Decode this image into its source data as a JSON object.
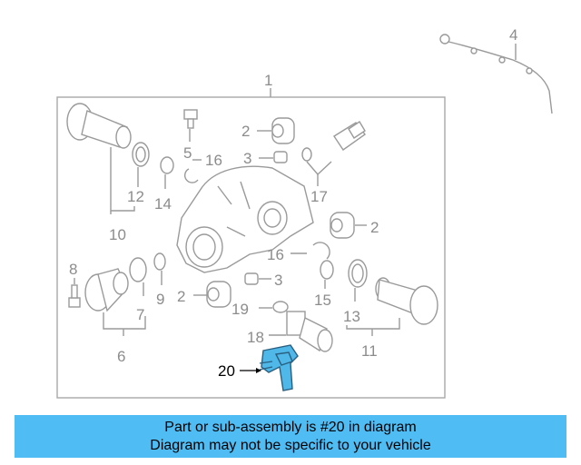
{
  "callouts": {
    "c1": "1",
    "c2a": "2",
    "c2b": "2",
    "c2c": "2",
    "c3a": "3",
    "c3b": "3",
    "c4": "4",
    "c5": "5",
    "c6": "6",
    "c7": "7",
    "c8": "8",
    "c9": "9",
    "c10": "10",
    "c11": "11",
    "c12": "12",
    "c13": "13",
    "c14": "14",
    "c15": "15",
    "c16a": "16",
    "c16b": "16",
    "c17": "17",
    "c18": "18",
    "c19": "19",
    "c20": "20"
  },
  "highlight_color": "#4fb8e8",
  "banner": {
    "line1": "Part or sub-assembly is #20 in diagram",
    "line2": "Diagram may not be specific to your vehicle",
    "color": "#4fbdf4"
  }
}
